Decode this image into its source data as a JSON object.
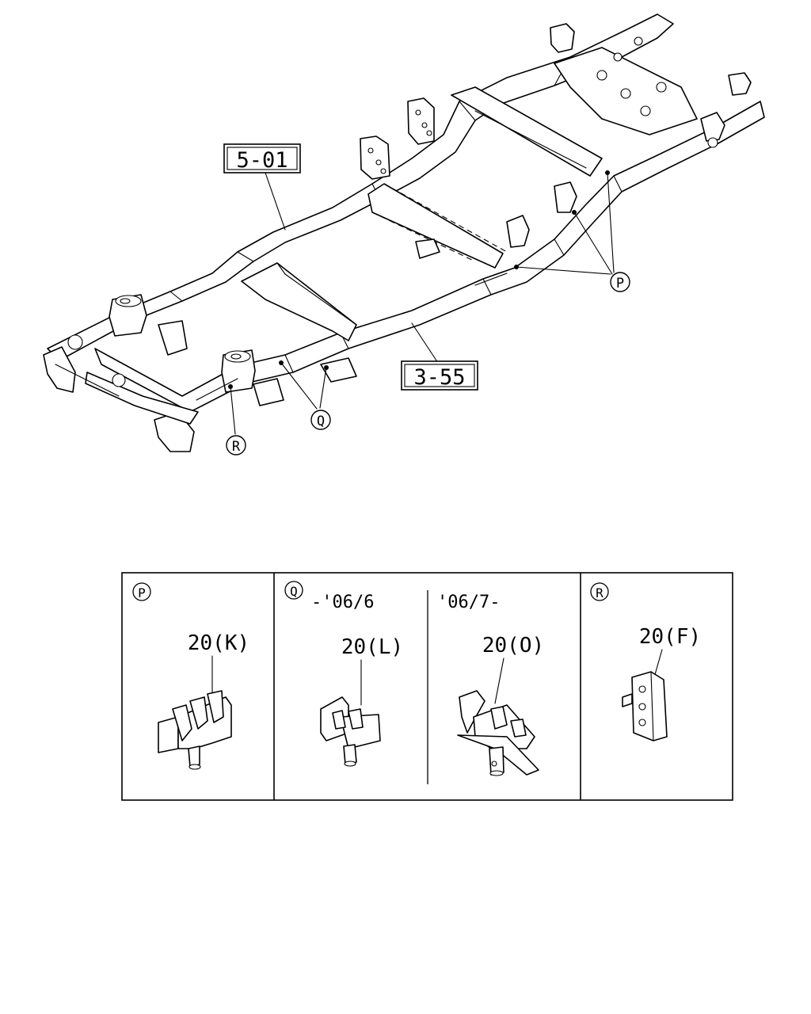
{
  "callouts": {
    "frame_assembly": "5-01",
    "side_rail_part": "3-55",
    "clip_p": "P",
    "clip_q": "Q",
    "clip_r": "R"
  },
  "detail_panels": {
    "p": {
      "letter": "P",
      "part_label": "20(K)"
    },
    "q": {
      "letter": "Q",
      "range_early": "-'06/6",
      "part_label_early": "20(L)",
      "range_late": "'06/7-",
      "part_label_late": "20(O)"
    },
    "r": {
      "letter": "R",
      "part_label": "20(F)"
    }
  }
}
